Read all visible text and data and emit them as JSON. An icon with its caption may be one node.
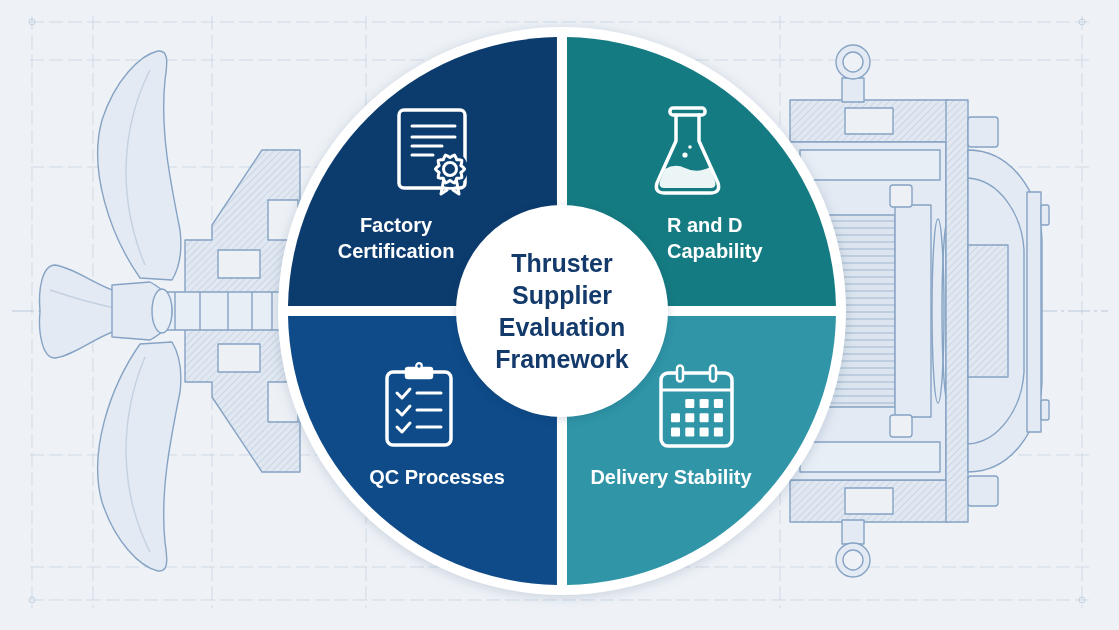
{
  "diagram": {
    "nodes": [
      {
        "text": [
          "Factory Certification"
        ]
      },
      {
        "text": [
          "R and D Capability"
        ]
      },
      {
        "text": [
          "Thruster Supplier Evaluation Framework"
        ]
      },
      {
        "text": [
          "QC Processes"
        ]
      },
      {
        "text": [
          "Delivery Stability"
        ]
      }
    ]
  }
}
